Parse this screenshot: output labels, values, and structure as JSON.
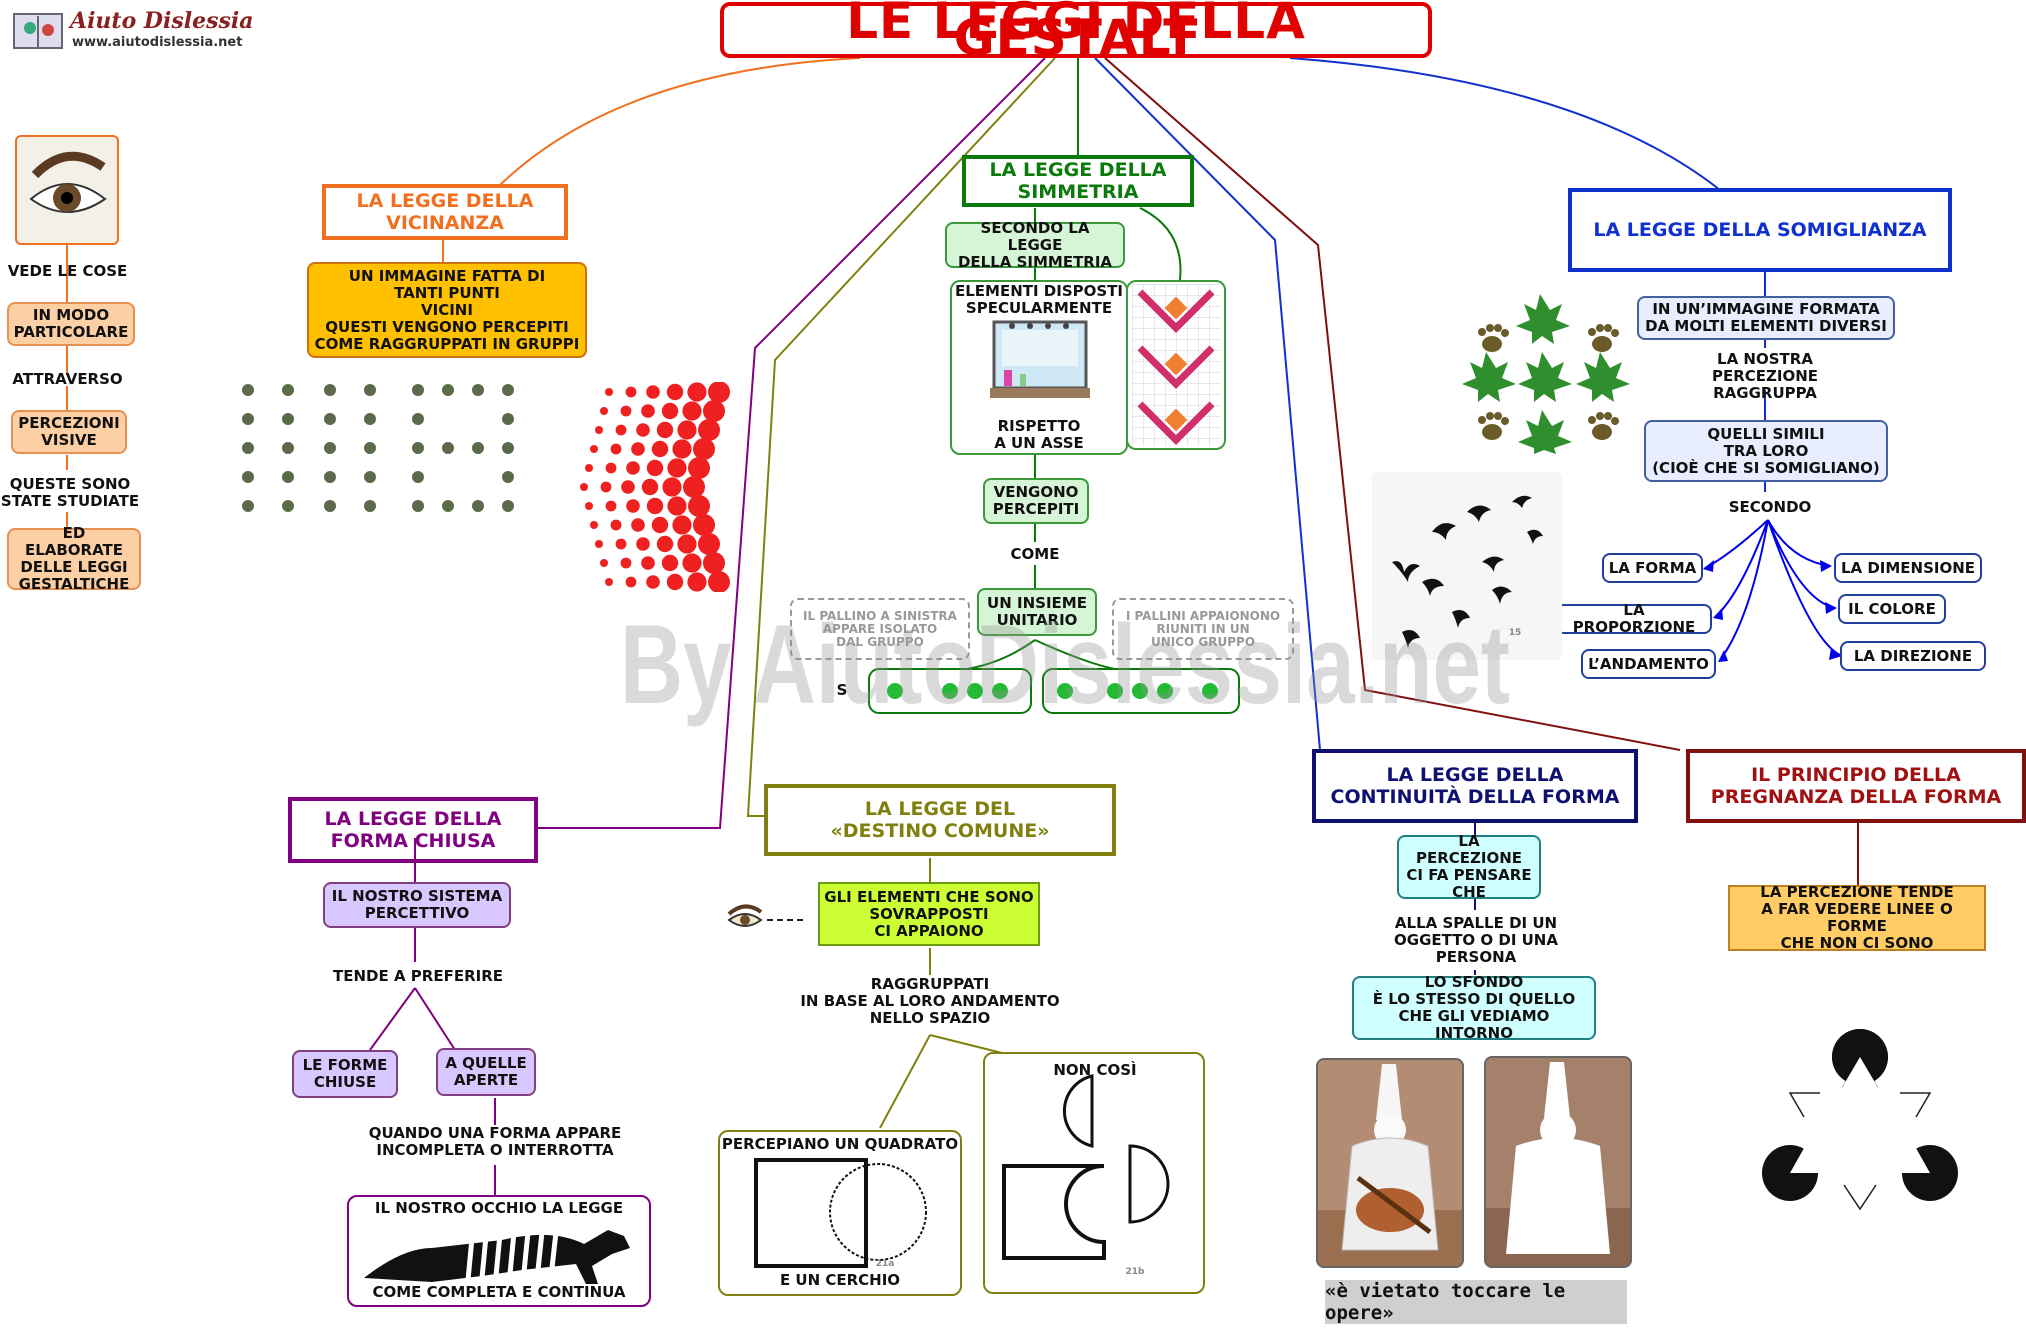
{
  "logo": {
    "title": "Aiuto Dislessia",
    "url": "www.aiutodislessia.net"
  },
  "title": "LE LEGGI DELLA GESTALT",
  "watermark": "By AiutoDislessia.net",
  "left": {
    "t1": "VEDE LE COSE",
    "b1": "IN MODO\nPARTICOLARE",
    "t2": "ATTRAVERSO",
    "b2": "PERCEZIONI\nVISIVE",
    "t3": "QUESTE SONO\nSTATE STUDIATE",
    "b3": "ED ELABORATE\nDELLE LEGGI\nGESTALTICHE"
  },
  "vicinanza": {
    "header": "LA LEGGE DELLA\nVICINANZA",
    "desc": "UN IMMAGINE FATTA DI\nTANTI PUNTI\nVICINI\nQUESTI VENGONO PERCEPITI\nCOME  RAGGRUPPATI IN GRUPPI"
  },
  "simmetria": {
    "header": "LA LEGGE DELLA\nSIMMETRIA",
    "b1": "SECONDO LA LEGGE\nDELLA SIMMETRIA",
    "b2_top": "ELEMENTI DISPOSTI\nSPECULARMENTE",
    "b2_bottom": "RISPETTO\nA UN ASSE",
    "b3": "VENGONO\nPERCEPITI",
    "t1": "COME",
    "b4": "UN INSIEME\nUNITARIO",
    "dash_left": "IL PALLINO A SINISTRA\nAPPARE ISOLATO\nDAL GRUPPO",
    "dash_right": "I PALLINI APPAIONONO\nRIUNITI IN UN\nUNICO GRUPPO",
    "s_label": "S"
  },
  "somiglianza": {
    "header": "LA LEGGE DELLA SOMIGLIANZA",
    "b1": "IN UN’IMMAGINE FORMATA\nDA MOLTI ELEMENTI DIVERSI",
    "t1": "LA NOSTRA\nPERCEZIONE\nRAGGRUPPA",
    "b2": "QUELLI SIMILI\nTRA LORO\n(CIOÈ CHE SI SOMIGLIANO)",
    "t2": "SECONDO",
    "criteria": [
      "LA FORMA",
      "LA PROPORZIONE",
      "L’ANDAMENTO",
      "LA DIMENSIONE",
      "IL COLORE",
      "LA DIREZIONE"
    ],
    "fig_num": "15"
  },
  "forma_chiusa": {
    "header": "LA LEGGE DELLA\nFORMA CHIUSA",
    "b1": "IL NOSTRO SISTEMA\nPERCETTIVO",
    "t1": "TENDE A PREFERIRE",
    "b2": "LE FORME\nCHIUSE",
    "b3": "A QUELLE\nAPERTE",
    "t2": "QUANDO UNA FORMA APPARE\nINCOMPLETA O INTERROTTA",
    "frame_top": "IL NOSTRO OCCHIO LA LEGGE",
    "frame_bottom": "COME COMPLETA E CONTINUA"
  },
  "destino": {
    "header": "LA LEGGE DEL\n«DESTINO COMUNE»",
    "b1": "GLI ELEMENTI CHE SONO\nSOVRAPPOSTI\nCI APPAIONO",
    "t1": "RAGGRUPPATI\nIN BASE AL LORO ANDAMENTO\nNELLO SPAZIO",
    "frame1_top": "PERCEPIANO UN QUADRATO",
    "frame1_bottom": "E UN CERCHIO",
    "frame1_num": "21a",
    "frame2_top": "NON COSÌ",
    "frame2_num": "21b"
  },
  "continuita": {
    "header": "LA LEGGE DELLA\nCONTINUITÀ DELLA FORMA",
    "b1": "LA PERCEZIONE\nCI FA PENSARE\nCHE",
    "t1": "ALLA SPALLE DI UN\nOGGETTO O DI UNA\nPERSONA",
    "b2": "LO SFONDO\nÈ LO STESSO DI QUELLO\nCHE GLI VEDIAMO INTORNO",
    "caption": "«è vietato toccare le opere»"
  },
  "pregnanza": {
    "header": "IL PRINCIPIO DELLA\nPREGNANZA DELLA FORMA",
    "b1": "LA PERCEZIONE TENDE\nA FAR VEDERE LINEE O FORME\nCHE NON CI SONO"
  },
  "colors": {
    "title": "#e00000",
    "orange": "#f07020",
    "green": "#0a7a0a",
    "blue": "#1030d0",
    "purple": "#800080",
    "olive": "#808010",
    "navy": "#101070",
    "maroon": "#801010",
    "dot_gray": "#5a6a4a",
    "dot_red": "#ee2020",
    "dot_green": "#22bb33"
  }
}
